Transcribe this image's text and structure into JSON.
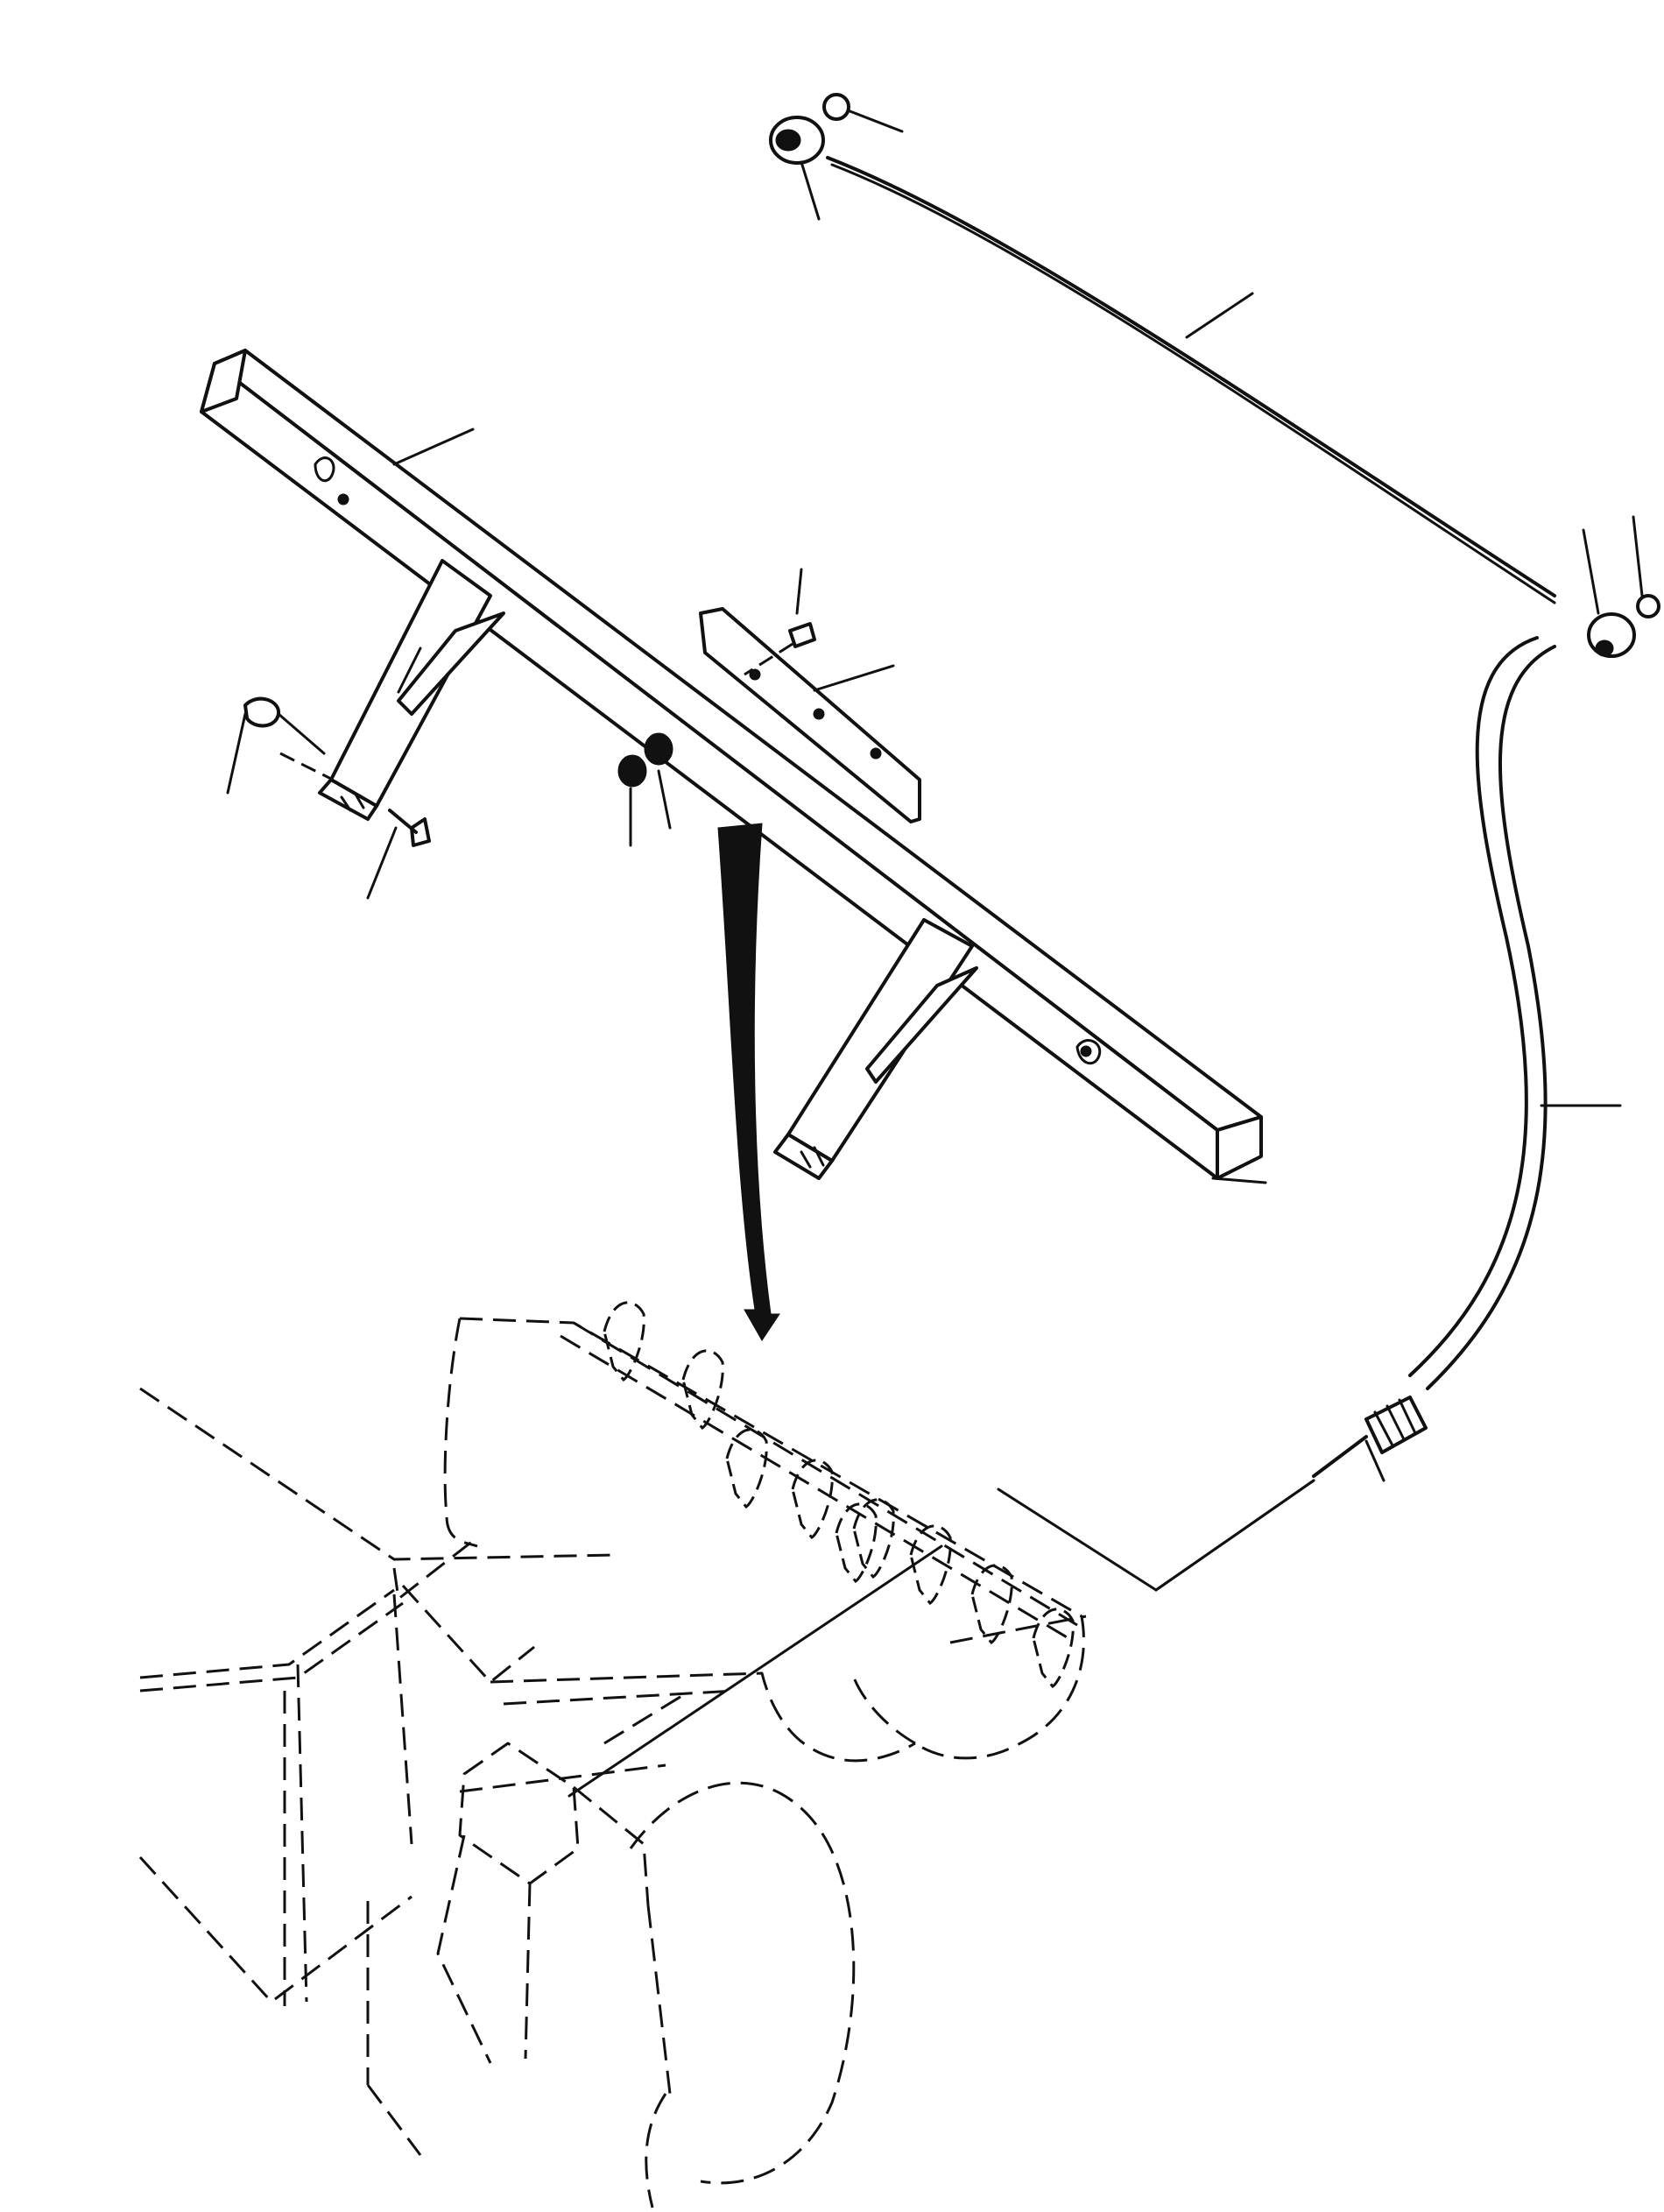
{
  "figure": {
    "labels": []
  },
  "parts": [
    {
      "name": "guide-bar"
    },
    {
      "name": "mounting-bracket"
    },
    {
      "name": "cable"
    },
    {
      "name": "cable-housing"
    },
    {
      "name": "cable-connector"
    },
    {
      "name": "bucket"
    }
  ]
}
